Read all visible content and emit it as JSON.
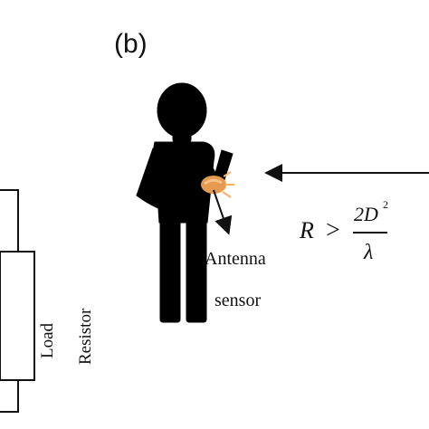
{
  "panel_label": "(b)",
  "antenna_label": {
    "line1": "Antenna",
    "line2": "sensor"
  },
  "resistor_label": {
    "line1": "Load",
    "line2": "Resistor"
  },
  "formula": {
    "lhs": "R",
    "op": ">",
    "numerator": "2D",
    "exponent": "2",
    "denominator": "λ"
  },
  "colors": {
    "figure": "#000000",
    "antenna": "#e69a4f",
    "spark": "#f2b06a",
    "line": "#111111"
  }
}
